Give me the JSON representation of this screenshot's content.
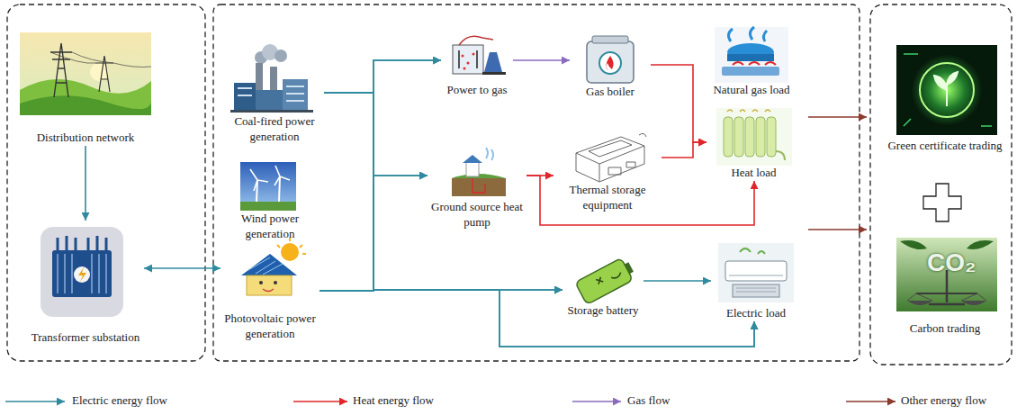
{
  "diagram": {
    "nodes": [
      {
        "text": [
          "Distribution network"
        ]
      },
      {
        "text": [
          "Transformer substation"
        ]
      },
      {
        "text": [
          "Coal-fired power generation"
        ]
      },
      {
        "text": [
          "Wind power generation"
        ]
      },
      {
        "text": [
          "Photovoltaic power generation"
        ]
      },
      {
        "text": [
          "Power to gas"
        ]
      },
      {
        "text": [
          "Gas boiler"
        ]
      },
      {
        "text": [
          "Natural gas load"
        ]
      },
      {
        "text": [
          "Ground source heat pump"
        ]
      },
      {
        "text": [
          "Thermal storage equipment"
        ]
      },
      {
        "text": [
          "Heat load"
        ]
      },
      {
        "text": [
          "Storage battery"
        ]
      },
      {
        "text": [
          "Electric load"
        ]
      },
      {
        "text": [
          "Green certificate trading"
        ]
      },
      {
        "text": [
          "Carbon trading"
        ]
      }
    ],
    "edges": [
      {
        "from": 0,
        "to": 1,
        "arrow": "to"
      },
      {
        "from": 1,
        "to": 4,
        "arrow": "both"
      },
      {
        "from": 2,
        "to": 5,
        "arrow": "to"
      },
      {
        "from": 2,
        "to": 8,
        "arrow": "to"
      },
      {
        "from": 2,
        "to": 11,
        "arrow": "to"
      },
      {
        "from": 2,
        "to": 12,
        "arrow": "to"
      },
      {
        "from": 4,
        "to": 5,
        "arrow": "to"
      },
      {
        "from": 4,
        "to": 8,
        "arrow": "to"
      },
      {
        "from": 4,
        "to": 11,
        "arrow": "to"
      },
      {
        "from": 4,
        "to": 12,
        "arrow": "to"
      },
      {
        "from": 5,
        "to": 6,
        "arrow": "to"
      },
      {
        "from": 6,
        "to": 10,
        "arrow": "to"
      },
      {
        "from": 8,
        "to": 9,
        "arrow": "to"
      },
      {
        "from": 8,
        "to": 10,
        "arrow": "to"
      },
      {
        "from": 9,
        "to": 10,
        "arrow": "to"
      },
      {
        "from": 11,
        "to": 12,
        "arrow": "to"
      }
    ],
    "labels": [
      "CO₂"
    ],
    "legend": [
      {
        "text": "Electric energy flow"
      },
      {
        "text": "Heat energy flow"
      },
      {
        "text": "Gas flow"
      },
      {
        "text": "Other energy flow"
      }
    ]
  }
}
